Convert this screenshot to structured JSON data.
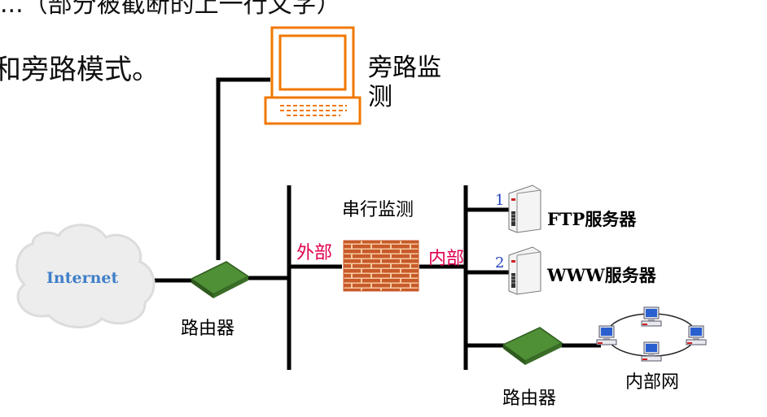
{
  "top_text_cut": "...（部分被截断的上一行文字）",
  "heading": "和旁路模式。",
  "labels": {
    "bypass_monitor": [
      "旁路监",
      "测"
    ],
    "serial_monitor": "串行监测",
    "outer": "外部",
    "inner": "内部",
    "internet": "Internet",
    "router_left": "路由器",
    "router_right": "路由器",
    "ftp": "FTP服务器",
    "www": "WWW服务器",
    "lan": "内部网",
    "port1": "1",
    "port2": "2"
  },
  "colors": {
    "monitor": "#f07800",
    "router": "#3f7a2a",
    "firewall_brick": "#c85a2a",
    "firewall_mortar": "#f6c9a0",
    "red_label": "#e0004f",
    "cloud_text": "#3f7fc8",
    "link": "#000000"
  },
  "icons": [
    "monitor-computer-icon",
    "cloud-icon",
    "router-icon",
    "firewall-icon",
    "server-icon",
    "workstation-icon"
  ]
}
